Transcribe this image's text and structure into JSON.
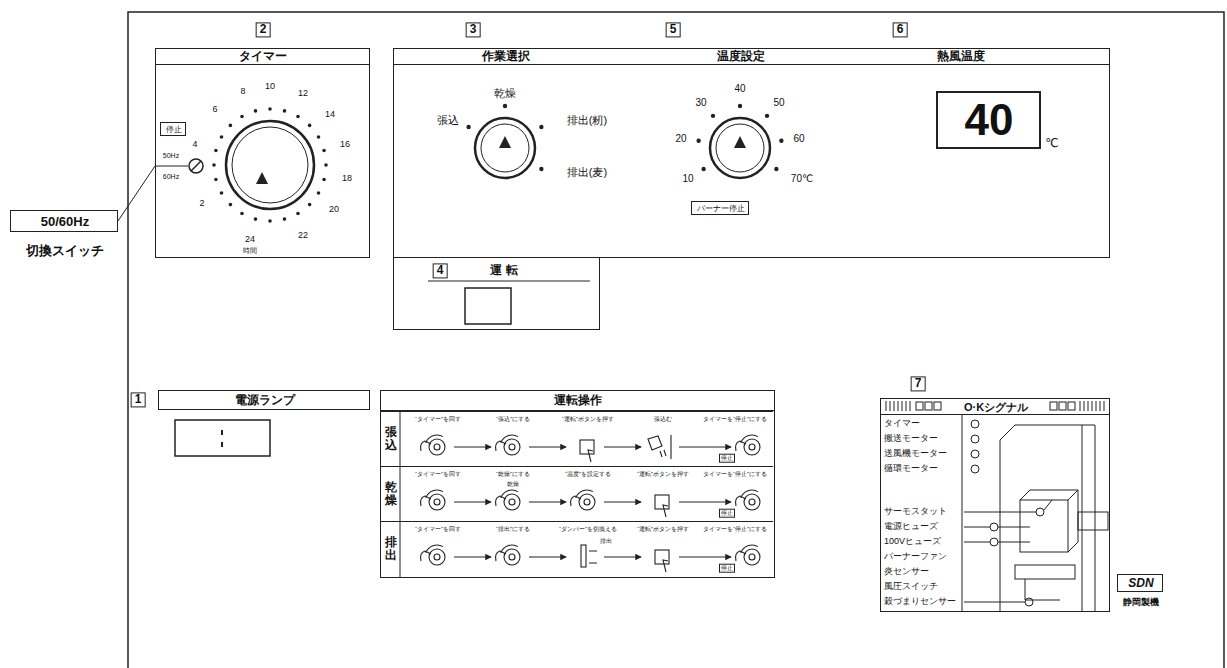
{
  "diagram": {
    "nodes": [
      {
        "text": [
          "タイマー"
        ]
      },
      {
        "text": [
          "停止"
        ],
        "in": 0
      },
      {
        "text": [
          "作業選択",
          "温度設定",
          "熱風温度"
        ]
      },
      {
        "text": [
          "バーナー停止"
        ],
        "in": 2
      },
      {
        "text": [
          "40"
        ],
        "in": 2
      },
      {
        "text": [
          "運 転"
        ]
      },
      {
        "text": [
          "50/60Hz",
          "切換スイッチ"
        ]
      },
      {
        "text": [
          "電源ランプ"
        ]
      },
      {
        "text": [
          "運転操作"
        ]
      },
      {
        "text": [
          "張込",
          "“タイマー”を回す",
          "“張込”にする",
          "“運転”ボタンを押す",
          "張込む",
          "タイマーを“停止”にする",
          "停止"
        ],
        "in": 8
      },
      {
        "text": [
          "乾燥",
          "“タイマー”を回す",
          "“乾燥”にする",
          "“温度”を設定する",
          "“運転”ボタンを押す",
          "タイマーを“停止”にする",
          "乾燥",
          "停止"
        ],
        "in": 8
      },
      {
        "text": [
          "排出",
          "“タイマー”を回す",
          "“排出”にする",
          "“ダンパー”を切換える",
          "“運転”ボタンを押す",
          "タイマーを“停止”にする",
          "排出",
          "停止"
        ],
        "in": 8
      },
      {
        "text": [
          "O·Kシグナル"
        ]
      },
      {
        "text": [
          "SDN",
          "静岡製機"
        ]
      }
    ],
    "edges": [
      {
        "from": 6,
        "to": 0,
        "arrow": "none"
      }
    ],
    "labels": [
      "2",
      "3",
      "5",
      "6",
      "2",
      "4",
      "6",
      "8",
      "10",
      "12",
      "14",
      "16",
      "18",
      "20",
      "22",
      "24",
      "時間",
      "50Hz",
      "60Hz",
      "乾燥",
      "張込",
      "排出(籾)",
      "排出(麦)",
      "10",
      "20",
      "30",
      "40",
      "50",
      "60",
      "70℃",
      "℃",
      "4",
      "1",
      "7",
      "タイマー",
      "搬送モーター",
      "送風機モーター",
      "循環モーター",
      "サーモスタット",
      "電源ヒューズ",
      "100Vヒューズ",
      "バーナーファン",
      "炎センサー",
      "風圧スイッチ",
      "穀づまりセンサー"
    ]
  }
}
